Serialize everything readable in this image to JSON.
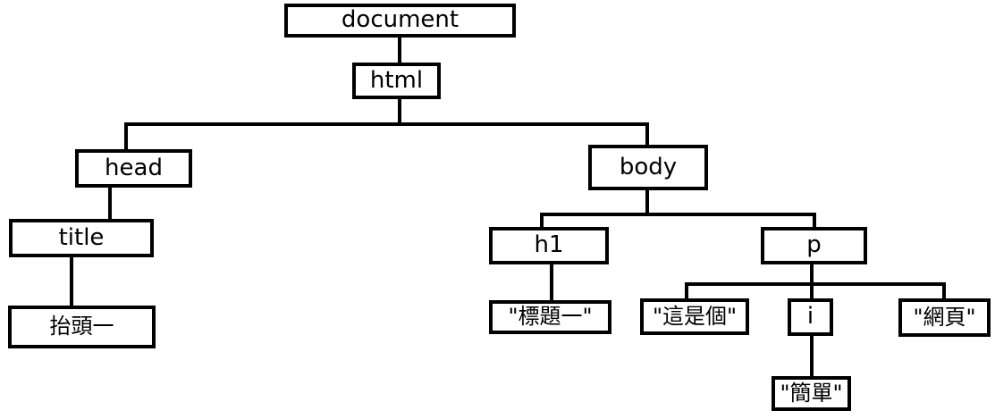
{
  "nodes": {
    "document": "document",
    "html": "html",
    "head": "head",
    "body": "body",
    "title": "title",
    "title_text": "抬頭一",
    "h1": "h1",
    "h1_text": "\"標題一\"",
    "p": "p",
    "p_text_1": "\"這是個\"",
    "i": "i",
    "i_text": "\"簡單\"",
    "p_text_2": "\"網頁\""
  }
}
